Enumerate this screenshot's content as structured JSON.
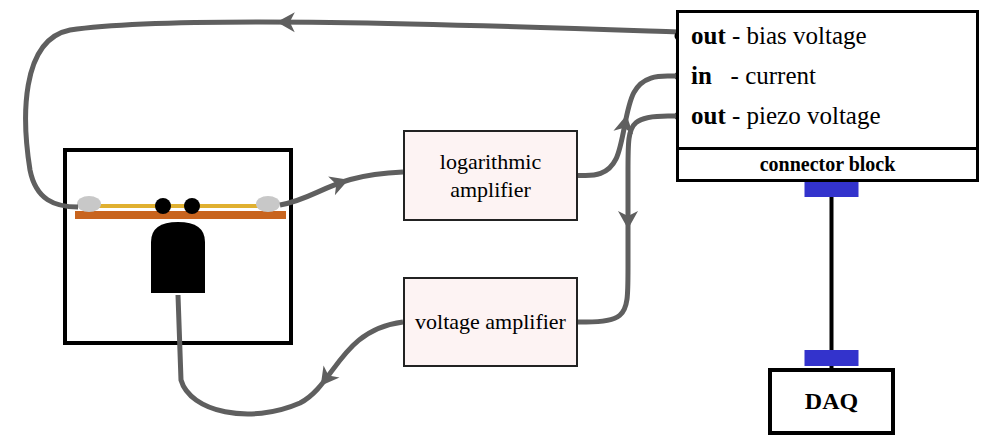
{
  "diagram": {
    "nodes": [
      {
        "text": [
          "out - bias voltage",
          "in   - current",
          "out - piezo voltage",
          "connector block"
        ]
      },
      {
        "text": [
          "logarithmic amplifier"
        ]
      },
      {
        "text": [
          "voltage amplifier"
        ]
      },
      {
        "text": [
          "DAQ"
        ]
      }
    ],
    "edges": [
      {
        "from": 1,
        "to": 0,
        "arrow": "to"
      },
      {
        "from": 0,
        "to": 2,
        "arrow": "to"
      },
      {
        "from": 0,
        "to": 3,
        "arrow": "none"
      }
    ]
  }
}
